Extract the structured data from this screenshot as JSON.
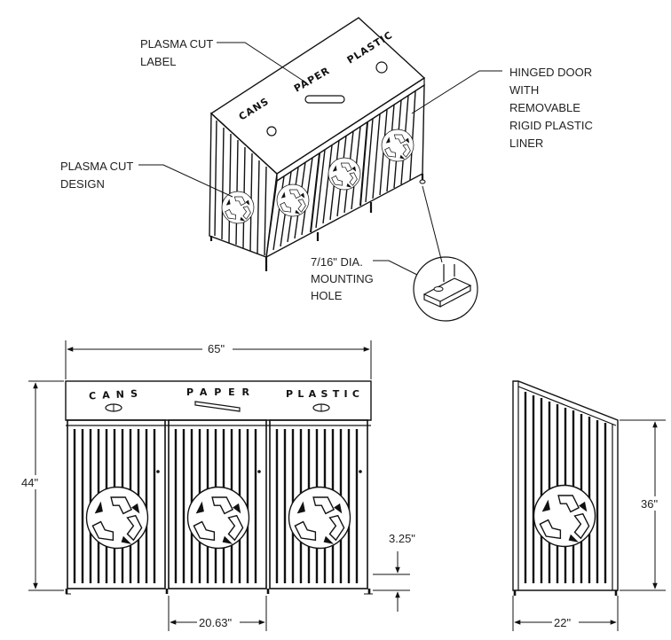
{
  "callouts": {
    "plasma_label": [
      "PLASMA CUT",
      "LABEL"
    ],
    "plasma_design": [
      "PLASMA CUT",
      "DESIGN"
    ],
    "hinged_door": [
      "HINGED DOOR",
      "WITH",
      "REMOVABLE",
      "RIGID PLASTIC",
      "LINER"
    ],
    "mounting_hole": [
      "7/16\" DIA.",
      "MOUNTING",
      "HOLE"
    ]
  },
  "bins": [
    "CANS",
    "PAPER",
    "PLASTIC"
  ],
  "dimensions": {
    "width": "65\"",
    "height": "44\"",
    "door_width": "20.63\"",
    "clearance": "3.25\"",
    "side_height": "36\"",
    "depth": "22\""
  }
}
